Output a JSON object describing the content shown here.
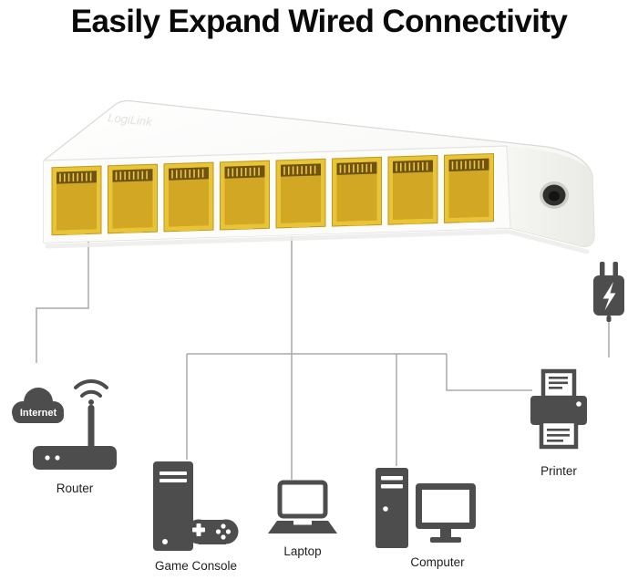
{
  "title": "Easily Expand Wired Connectivity",
  "switch": {
    "brand_label": "LogiLink",
    "port_count": 8
  },
  "devices": {
    "internet": "Internet",
    "router": "Router",
    "game_console": "Game Console",
    "laptop": "Laptop",
    "computer": "Computer",
    "printer": "Printer"
  },
  "colors": {
    "port_yellow": "#eac437",
    "port_shade": "#d2a724",
    "port_contact_band": "#6e5410",
    "port_pin_gold": "#ecc44e",
    "port_stroke": "#bf981c",
    "icon_gray": "#4d4d4d",
    "line_gray": "#a8a8a8",
    "title_black": "#0a0a0a"
  }
}
